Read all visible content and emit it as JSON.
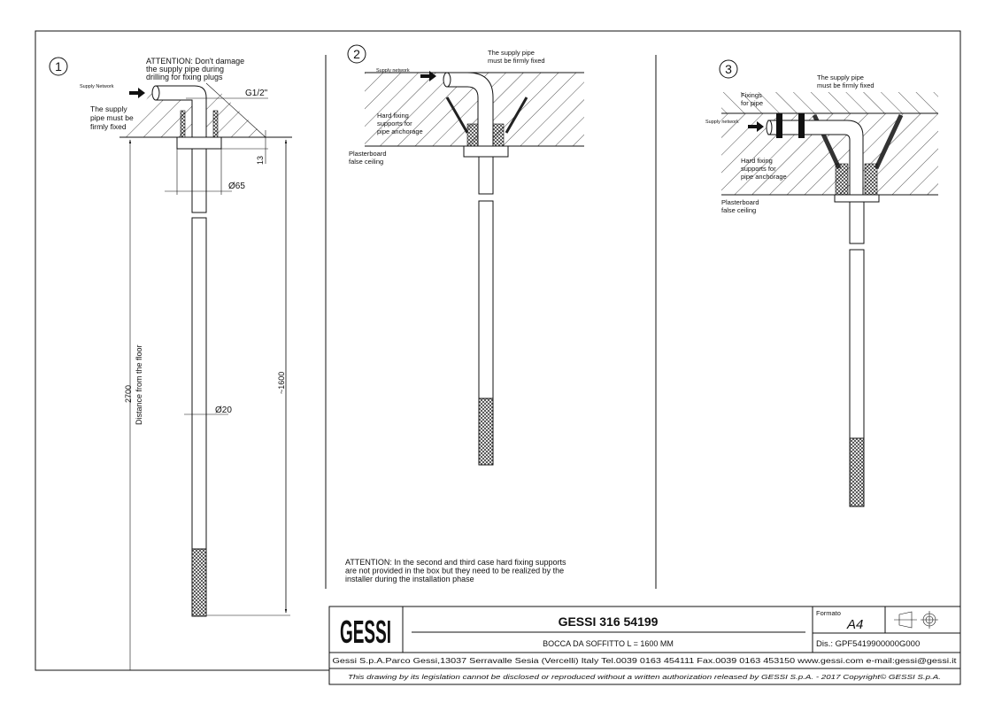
{
  "view1": {
    "number": "1",
    "attention": [
      "ATTENTION: Don't damage",
      "the supply pipe during",
      "drilling for fixing plugs"
    ],
    "supply_network": "Supply Network",
    "firmly_fixed": [
      "The supply",
      "pipe must be",
      "firmly fixed"
    ],
    "thread": "G1/2\"",
    "dim_13": "13",
    "dim_65": "Ø65",
    "dim_20": "Ø20",
    "dim_2700": "2700",
    "floor_label": "Distance from the floor",
    "dim_1600": "~1600"
  },
  "view2": {
    "number": "2",
    "supply_network": "Supply network",
    "firmly_fixed": [
      "The supply pipe",
      "must be firmly fixed"
    ],
    "hard_fixing": [
      "Hard fixing",
      "supports for",
      "pipe anchorage"
    ],
    "plasterboard": [
      "Plasterboard",
      "false ceiling"
    ]
  },
  "view3": {
    "number": "3",
    "fixings": [
      "Fixings",
      "for pipe"
    ],
    "supply_network": "Supply network",
    "firmly_fixed": [
      "The supply pipe",
      "must be firmly fixed"
    ],
    "hard_fixing": [
      "Hard fixing",
      "supports for",
      "pipe anchorage"
    ],
    "plasterboard": [
      "Plasterboard",
      "false ceiling"
    ]
  },
  "attention_note": [
    "ATTENTION: In the second and third case hard fixing supports",
    "are not provided in the box but they need to be realized by the",
    "installer during the installation phase"
  ],
  "title_block": {
    "logo": "GESSI",
    "product_code": "GESSI 316 54199",
    "description": "BOCCA DA SOFFITTO L = 1600 MM",
    "formato_label": "Formato",
    "formato_value": "A4",
    "drawing_number": "Dis.: GPF5419900000G000",
    "address": "Gessi S.p.A.Parco Gessi,13037 Serravalle Sesia (Vercelli) Italy Tel.0039 0163 454111 Fax.0039 0163 453150 www.gessi.com e-mail:gessi@gessi.it",
    "copyright": "This drawing by its legislation cannot be disclosed or reproduced without a written authorization released by GESSI S.p.A. - 2017 Copyright© GESSI S.p.A."
  }
}
